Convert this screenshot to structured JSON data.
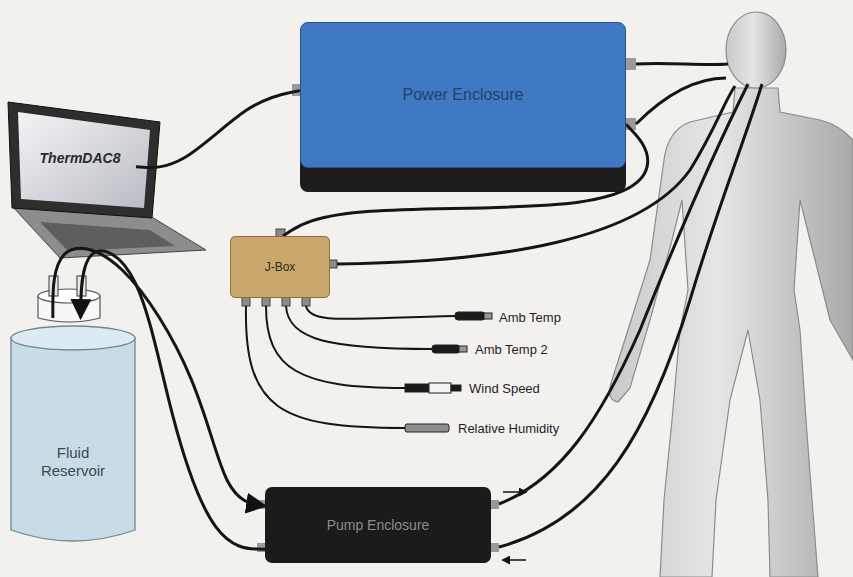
{
  "diagram": {
    "nodes": [
      {
        "text": [
          "ThermDAC8"
        ]
      },
      {
        "text": [
          "Power Enclosure"
        ]
      },
      {
        "text": [
          "J-Box"
        ]
      },
      {
        "text": [
          "Fluid Reservoir"
        ]
      },
      {
        "text": [
          "Pump Enclosure"
        ]
      }
    ],
    "edges": [
      {
        "from": 0,
        "to": 1,
        "arrow": "none"
      },
      {
        "from": 1,
        "to": 2,
        "arrow": "none"
      },
      {
        "from": 3,
        "to": 4,
        "arrow": "to"
      },
      {
        "from": 4,
        "to": 3,
        "arrow": "to"
      }
    ],
    "labels": [
      "Amb Temp",
      "Amb Temp 2",
      "Wind Speed",
      "Relative Humidity"
    ]
  }
}
